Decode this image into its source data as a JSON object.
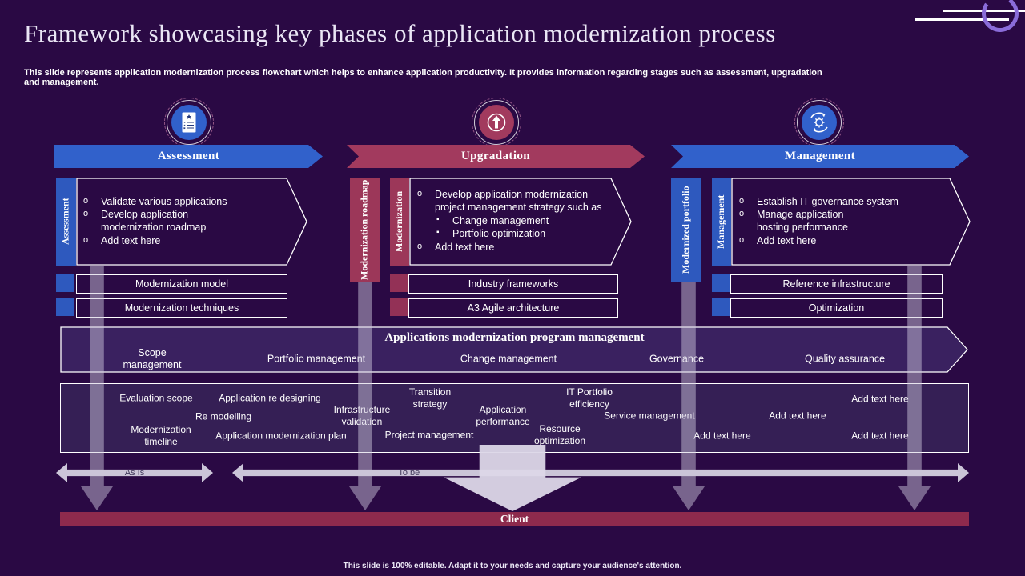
{
  "header": {
    "title": "Framework showcasing key phases of application modernization process",
    "subtitle": "This slide represents application modernization process flowchart which helps to enhance application productivity. It provides information regarding stages such as assessment, upgradation and management."
  },
  "phases": [
    {
      "banner": "Assessment",
      "icon": "clipboard-checklist-icon",
      "tabs": [
        "Assessment"
      ],
      "bullets": [
        "Validate various applications",
        "Develop application modernization roadmap",
        "Add text here"
      ],
      "chips": [
        "Modernization model",
        "Modernization techniques"
      ]
    },
    {
      "banner": "Upgradation",
      "icon": "upgrade-arrow-icon",
      "tabs": [
        "Modernization roadmap",
        "Modernization"
      ],
      "bullets": [
        "Develop application modernization project management strategy such as",
        "Add text here"
      ],
      "sub_bullets": [
        "Change management",
        "Portfolio optimization"
      ],
      "chips": [
        "Industry frameworks",
        "A3 Agile architecture"
      ]
    },
    {
      "banner": "Management",
      "icon": "gear-sync-icon",
      "tabs": [
        "Modernized portfolio",
        "Management"
      ],
      "bullets": [
        "Establish IT governance system",
        "Manage application hosting performance",
        "Add text here"
      ],
      "chips": [
        "Reference infrastructure",
        "Optimization"
      ]
    }
  ],
  "program_band": {
    "title": "Applications modernization program management",
    "items": [
      "Scope management",
      "Portfolio management",
      "Change management",
      "Governance",
      "Quality assurance"
    ]
  },
  "activity_panel": {
    "labels": [
      "Evaluation scope",
      "Application re designing",
      "Re modelling",
      "Modernization timeline",
      "Application modernization plan",
      "Infrastructure validation",
      "Transition strategy",
      "Project management",
      "Application performance",
      "Resource optimization",
      "IT Portfolio efficiency",
      "Service management",
      "Add text here",
      "Add text here",
      "Add text here",
      "Add text here"
    ]
  },
  "timeline": {
    "as_is": "As Is",
    "to_be": "To be"
  },
  "client_bar": {
    "label": "Client"
  },
  "footer": "This slide is 100% editable. Adapt it to your needs and capture your audience's attention.",
  "colors": {
    "background": "#2a0944",
    "blue": "#3161cb",
    "maroon": "#a23a5e",
    "client_maroon": "#8e2a4d",
    "band_fill": "#3a2160",
    "light_arrow": "#cbc5d8"
  }
}
